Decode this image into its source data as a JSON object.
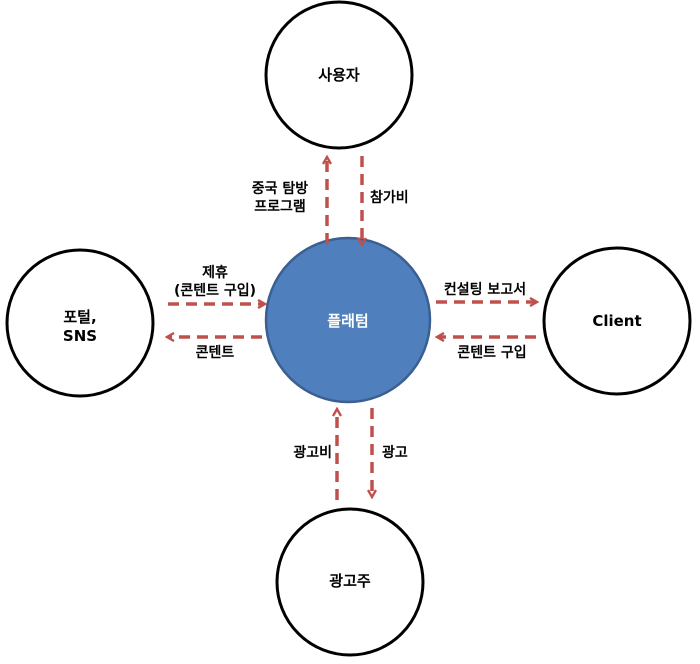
{
  "colors": {
    "center_fill": "#4f7fbc",
    "center_stroke": "#3a5f90",
    "node_stroke": "#000000",
    "arrow": "#c0504d"
  },
  "nodes": {
    "center": "플래텀",
    "top": "사용자",
    "left_line1": "포털,",
    "left_line2": "SNS",
    "right": "Client",
    "bottom": "광고주"
  },
  "edges": {
    "center_to_top_line1": "중국 탐방",
    "center_to_top_line2": "프로그램",
    "top_to_center": "참가비",
    "left_to_center_line1": "제휴",
    "left_to_center_line2": "(콘텐트 구입)",
    "center_to_left": "콘텐트",
    "center_to_right": "컨설팅 보고서",
    "right_to_center": "콘텐트 구입",
    "bottom_to_center": "광고비",
    "center_to_bottom": "광고"
  }
}
